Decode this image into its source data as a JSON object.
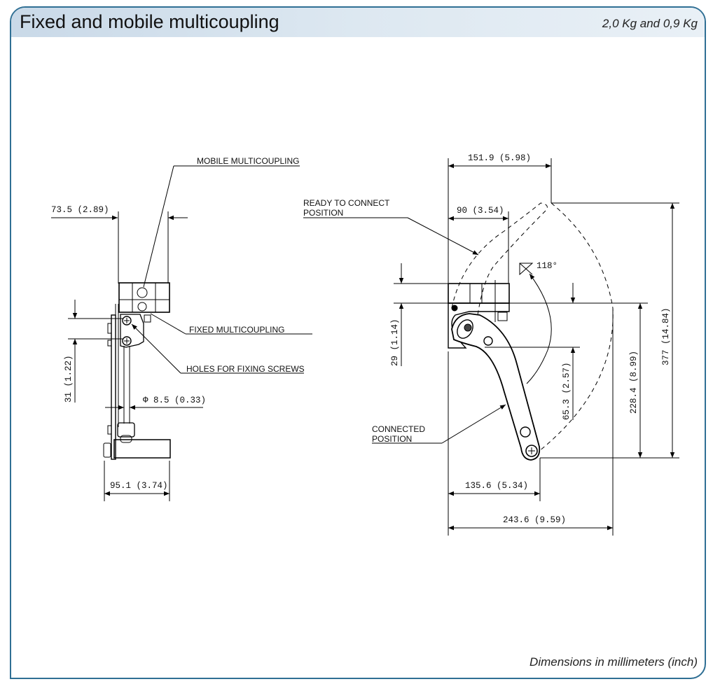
{
  "header": {
    "title": "Fixed and mobile multicoupling",
    "weight": "2,0 Kg and 0,9 Kg"
  },
  "footer": {
    "note": "Dimensions in millimeters (inch)"
  },
  "side_view": {
    "labels": {
      "mobile_multicoupling": "MOBILE MULTICOUPLING",
      "fixed_multicoupling": "FIXED MULTICOUPLING",
      "holes_for_fixing_screws": "HOLES FOR FIXING SCREWS"
    },
    "dimensions": {
      "width_top": "73.5 (2.89)",
      "hole_spacing": "31 (1.22)",
      "hole_diameter": "Φ 8.5 (0.33)",
      "width_bottom": "95.1 (3.74)"
    }
  },
  "front_view": {
    "labels": {
      "ready_to_connect_line1": "READY TO CONNECT",
      "ready_to_connect_line2": "POSITION",
      "connected_line1": "CONNECTED",
      "connected_line2": "POSITION"
    },
    "dimensions": {
      "width_max": "151.9 (5.98)",
      "width_block": "90 (3.54)",
      "angle": "118°",
      "block_height": "29 (1.14)",
      "pivot_drop": "65.3 (2.57)",
      "lever_length": "228.4 (8.99)",
      "total_height": "377 (14.84)",
      "lever_reach": "135.6 (5.34)",
      "total_width": "243.6 (9.59)"
    }
  }
}
